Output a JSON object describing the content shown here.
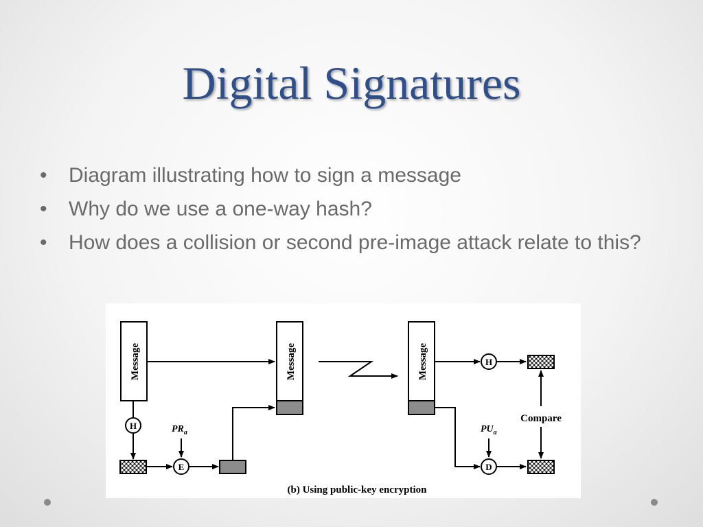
{
  "slide": {
    "title": "Digital Signatures",
    "bullets": [
      "Diagram illustrating how to sign a message",
      "Why do we use a one-way hash?",
      "How does a collision or second pre-image attack relate to this?"
    ]
  },
  "diagram": {
    "message_label": "Message",
    "hash_label": "H",
    "encrypt_label": "E",
    "decrypt_label": "D",
    "private_key_label": "PR",
    "private_key_sub": "a",
    "public_key_label": "PU",
    "public_key_sub": "a",
    "compare_label": "Compare",
    "caption": "(b) Using public-key encryption"
  },
  "colors": {
    "title": "#2e4f89",
    "bullet_text": "#6a6a6a",
    "signature_fill": "#8c8c8c"
  }
}
